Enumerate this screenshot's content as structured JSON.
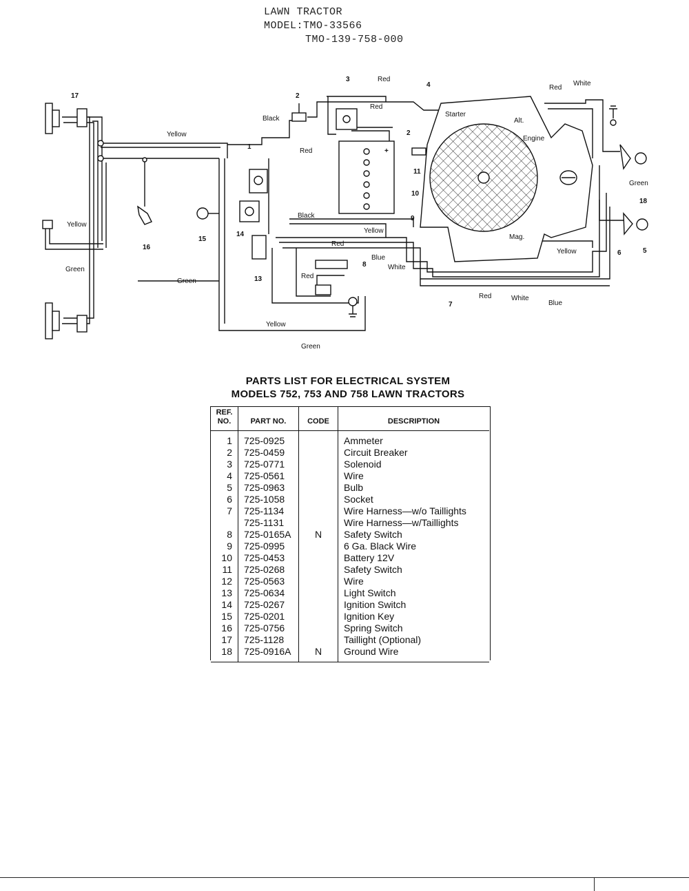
{
  "header": {
    "line1": "LAWN TRACTOR",
    "line2": "MODEL:TMO-33566",
    "line3": "TMO-139-758-000"
  },
  "diagram": {
    "wire_labels": {
      "red_top": "Red",
      "red_solenoid": "Red",
      "white_top": "White",
      "red_alt": "Red",
      "black": "Black",
      "yellow_top": "Yellow",
      "red_left": "Red",
      "black_battery": "Black",
      "yellow_battery": "Yellow",
      "yellow_taillight": "Yellow",
      "green_taillight": "Green",
      "green_right": "Green",
      "red_mid": "Red",
      "blue_mid": "Blue",
      "white_mid": "White",
      "red_lower": "Red",
      "green_left": "Green",
      "yellow_bottom": "Yellow",
      "green_bottom": "Green",
      "yellow_mag": "Yellow",
      "red_bottom": "Red",
      "white_bottom": "White",
      "blue_bottom": "Blue"
    },
    "component_labels": {
      "starter": "Starter",
      "alt": "Alt.",
      "engine": "Engine",
      "mag": "Mag."
    },
    "battery_plus": "+",
    "refs": {
      "r1": "1",
      "r2": "2",
      "r3": "3",
      "r4": "4",
      "r5": "5",
      "r6": "6",
      "r7": "7",
      "r8": "8",
      "r9": "9",
      "r10": "10",
      "r11": "11",
      "r12": "2",
      "r13": "13",
      "r14": "14",
      "r15": "15",
      "r16": "16",
      "r17": "17",
      "r18": "18"
    }
  },
  "parts_list": {
    "title1": "PARTS LIST FOR ELECTRICAL SYSTEM",
    "title2": "MODELS 752, 753 AND 758 LAWN TRACTORS",
    "headers": {
      "ref": "REF. NO.",
      "part": "PART NO.",
      "code": "CODE",
      "desc": "DESCRIPTION"
    },
    "rows": [
      {
        "ref": "1",
        "part": "725-0925",
        "code": "",
        "desc": "Ammeter"
      },
      {
        "ref": "2",
        "part": "725-0459",
        "code": "",
        "desc": "Circuit Breaker"
      },
      {
        "ref": "3",
        "part": "725-0771",
        "code": "",
        "desc": "Solenoid"
      },
      {
        "ref": "4",
        "part": "725-0561",
        "code": "",
        "desc": "Wire"
      },
      {
        "ref": "5",
        "part": "725-0963",
        "code": "",
        "desc": "Bulb"
      },
      {
        "ref": "6",
        "part": "725-1058",
        "code": "",
        "desc": "Socket"
      },
      {
        "ref": "7",
        "part": "725-1134",
        "code": "",
        "desc": "Wire Harness—w/o Taillights"
      },
      {
        "ref": "",
        "part": "725-1131",
        "code": "",
        "desc": "Wire Harness—w/Taillights"
      },
      {
        "ref": "8",
        "part": "725-0165A",
        "code": "N",
        "desc": "Safety Switch"
      },
      {
        "ref": "9",
        "part": "725-0995",
        "code": "",
        "desc": "6 Ga. Black Wire"
      },
      {
        "ref": "10",
        "part": "725-0453",
        "code": "",
        "desc": "Battery 12V"
      },
      {
        "ref": "11",
        "part": "725-0268",
        "code": "",
        "desc": "Safety Switch"
      },
      {
        "ref": "12",
        "part": "725-0563",
        "code": "",
        "desc": "Wire"
      },
      {
        "ref": "13",
        "part": "725-0634",
        "code": "",
        "desc": "Light Switch"
      },
      {
        "ref": "14",
        "part": "725-0267",
        "code": "",
        "desc": "Ignition Switch"
      },
      {
        "ref": "15",
        "part": "725-0201",
        "code": "",
        "desc": "Ignition Key"
      },
      {
        "ref": "16",
        "part": "725-0756",
        "code": "",
        "desc": "Spring Switch"
      },
      {
        "ref": "17",
        "part": "725-1128",
        "code": "",
        "desc": "Taillight (Optional)"
      },
      {
        "ref": "18",
        "part": "725-0916A",
        "code": "N",
        "desc": "Ground Wire"
      }
    ]
  }
}
